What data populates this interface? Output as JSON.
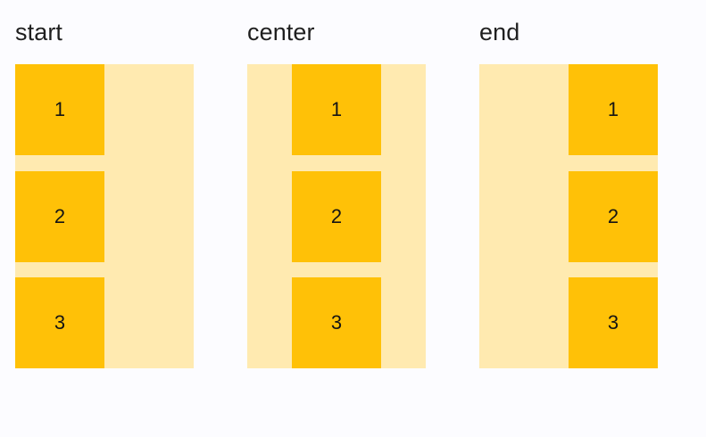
{
  "page": {
    "background_color": "#fcfcff",
    "text_color": "#1f1f1f"
  },
  "palette": {
    "container_color": "#ffeab0",
    "item_color": "#ffc107",
    "item_text_color": "#141414"
  },
  "columns": [
    {
      "id": "start",
      "label": "start",
      "align": "flex-start",
      "items": [
        {
          "label": "1"
        },
        {
          "label": "2"
        },
        {
          "label": "3"
        }
      ]
    },
    {
      "id": "center",
      "label": "center",
      "align": "center",
      "items": [
        {
          "label": "1"
        },
        {
          "label": "2"
        },
        {
          "label": "3"
        }
      ]
    },
    {
      "id": "end",
      "label": "end",
      "align": "flex-end",
      "items": [
        {
          "label": "1"
        },
        {
          "label": "2"
        },
        {
          "label": "3"
        }
      ]
    }
  ]
}
